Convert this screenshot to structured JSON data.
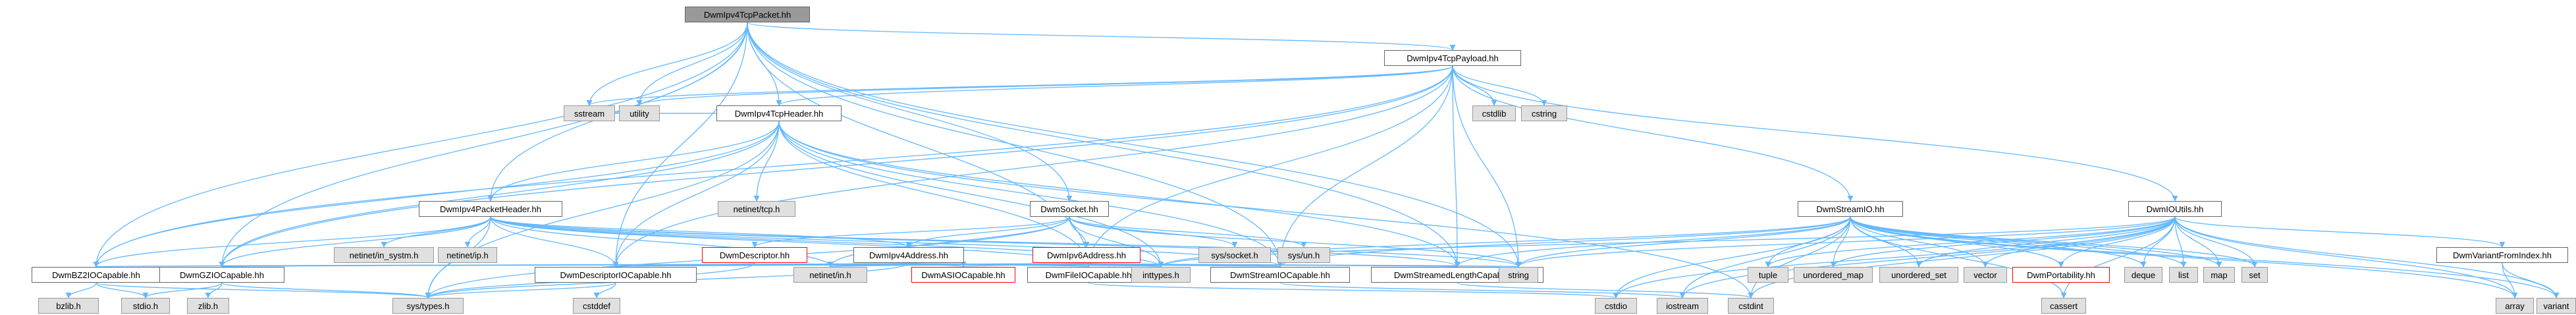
{
  "colors": {
    "edge": "#63b8ff",
    "node_border": "#666666",
    "external_fill": "#e0e0e0",
    "root_fill": "#999999",
    "incomplete_border": "#ff0000"
  },
  "nodes": [
    {
      "id": "root",
      "label": "DwmIpv4TcpPacket.hh",
      "kind": "root"
    },
    {
      "id": "payload",
      "label": "DwmIpv4TcpPayload.hh",
      "kind": "doc"
    },
    {
      "id": "tcphdr",
      "label": "DwmIpv4TcpHeader.hh",
      "kind": "doc"
    },
    {
      "id": "pkthdr",
      "label": "DwmIpv4PacketHeader.hh",
      "kind": "doc"
    },
    {
      "id": "socket",
      "label": "DwmSocket.hh",
      "kind": "doc"
    },
    {
      "id": "streamio",
      "label": "DwmStreamIO.hh",
      "kind": "doc"
    },
    {
      "id": "ioutils",
      "label": "DwmIOUtils.hh",
      "kind": "doc"
    },
    {
      "id": "descriptor",
      "label": "DwmDescriptor.hh",
      "kind": "missing"
    },
    {
      "id": "ipv4addr",
      "label": "DwmIpv4Address.hh",
      "kind": "doc"
    },
    {
      "id": "ipv6addr",
      "label": "DwmIpv6Address.hh",
      "kind": "missing"
    },
    {
      "id": "bz2",
      "label": "DwmBZ2IOCapable.hh",
      "kind": "doc"
    },
    {
      "id": "gz",
      "label": "DwmGZIOCapable.hh",
      "kind": "doc"
    },
    {
      "id": "descio",
      "label": "DwmDescriptorIOCapable.hh",
      "kind": "doc"
    },
    {
      "id": "asio",
      "label": "DwmASIOCapable.hh",
      "kind": "missing"
    },
    {
      "id": "fileio",
      "label": "DwmFileIOCapable.hh",
      "kind": "doc"
    },
    {
      "id": "streamiocap",
      "label": "DwmStreamIOCapable.hh",
      "kind": "doc"
    },
    {
      "id": "streamedlen",
      "label": "DwmStreamedLengthCapable.hh",
      "kind": "doc"
    },
    {
      "id": "portability",
      "label": "DwmPortability.hh",
      "kind": "missing"
    },
    {
      "id": "variant_from",
      "label": "DwmVariantFromIndex.hh",
      "kind": "doc"
    },
    {
      "id": "sstream",
      "label": "sstream",
      "kind": "ext"
    },
    {
      "id": "utility",
      "label": "utility",
      "kind": "ext"
    },
    {
      "id": "cstdlib",
      "label": "cstdlib",
      "kind": "ext"
    },
    {
      "id": "cstring",
      "label": "cstring",
      "kind": "ext"
    },
    {
      "id": "tcp",
      "label": "netinet/tcp.h",
      "kind": "ext"
    },
    {
      "id": "insystm",
      "label": "netinet/in_systm.h",
      "kind": "ext"
    },
    {
      "id": "iph",
      "label": "netinet/ip.h",
      "kind": "ext"
    },
    {
      "id": "sockh",
      "label": "sys/socket.h",
      "kind": "ext"
    },
    {
      "id": "unh",
      "label": "sys/un.h",
      "kind": "ext"
    },
    {
      "id": "string",
      "label": "string",
      "kind": "ext"
    },
    {
      "id": "inh",
      "label": "netinet/in.h",
      "kind": "ext"
    },
    {
      "id": "inttypes",
      "label": "inttypes.h",
      "kind": "ext"
    },
    {
      "id": "tuple",
      "label": "tuple",
      "kind": "ext"
    },
    {
      "id": "umap",
      "label": "unordered_map",
      "kind": "ext"
    },
    {
      "id": "uset",
      "label": "unordered_set",
      "kind": "ext"
    },
    {
      "id": "vector",
      "label": "vector",
      "kind": "ext"
    },
    {
      "id": "deque",
      "label": "deque",
      "kind": "ext"
    },
    {
      "id": "list",
      "label": "list",
      "kind": "ext"
    },
    {
      "id": "map",
      "label": "map",
      "kind": "ext"
    },
    {
      "id": "set",
      "label": "set",
      "kind": "ext"
    },
    {
      "id": "bzlib",
      "label": "bzlib.h",
      "kind": "ext"
    },
    {
      "id": "stdio",
      "label": "stdio.h",
      "kind": "ext"
    },
    {
      "id": "zlib",
      "label": "zlib.h",
      "kind": "ext"
    },
    {
      "id": "systypes",
      "label": "sys/types.h",
      "kind": "ext"
    },
    {
      "id": "cstddef",
      "label": "cstddef",
      "kind": "ext"
    },
    {
      "id": "cstdio",
      "label": "cstdio",
      "kind": "ext"
    },
    {
      "id": "iostream",
      "label": "iostream",
      "kind": "ext"
    },
    {
      "id": "cstdint",
      "label": "cstdint",
      "kind": "ext"
    },
    {
      "id": "cassert",
      "label": "cassert",
      "kind": "ext"
    },
    {
      "id": "array",
      "label": "array",
      "kind": "ext"
    },
    {
      "id": "variant",
      "label": "variant",
      "kind": "ext"
    }
  ],
  "edges": [
    [
      "root",
      "payload"
    ],
    [
      "root",
      "tcphdr"
    ],
    [
      "root",
      "pkthdr"
    ],
    [
      "root",
      "socket"
    ],
    [
      "root",
      "sstream"
    ],
    [
      "root",
      "utility"
    ],
    [
      "root",
      "bz2"
    ],
    [
      "root",
      "gz"
    ],
    [
      "root",
      "descio"
    ],
    [
      "root",
      "streamedlen"
    ],
    [
      "root",
      "string"
    ],
    [
      "root",
      "fileio"
    ],
    [
      "root",
      "streamiocap"
    ],
    [
      "payload",
      "sstream"
    ],
    [
      "payload",
      "utility"
    ],
    [
      "payload",
      "cstdlib"
    ],
    [
      "payload",
      "cstring"
    ],
    [
      "payload",
      "tcphdr"
    ],
    [
      "payload",
      "streamio"
    ],
    [
      "payload",
      "ioutils"
    ],
    [
      "payload",
      "bz2"
    ],
    [
      "payload",
      "gz"
    ],
    [
      "payload",
      "descio"
    ],
    [
      "payload",
      "fileio"
    ],
    [
      "payload",
      "streamiocap"
    ],
    [
      "payload",
      "streamedlen"
    ],
    [
      "payload",
      "string"
    ],
    [
      "tcphdr",
      "tcp"
    ],
    [
      "tcphdr",
      "sstream"
    ],
    [
      "tcphdr",
      "utility"
    ],
    [
      "tcphdr",
      "pkthdr"
    ],
    [
      "tcphdr",
      "bz2"
    ],
    [
      "tcphdr",
      "gz"
    ],
    [
      "tcphdr",
      "descio"
    ],
    [
      "tcphdr",
      "fileio"
    ],
    [
      "tcphdr",
      "streamiocap"
    ],
    [
      "tcphdr",
      "streamedlen"
    ],
    [
      "tcphdr",
      "inttypes"
    ],
    [
      "tcphdr",
      "systypes"
    ],
    [
      "tcphdr",
      "cstdint"
    ],
    [
      "pkthdr",
      "insystm"
    ],
    [
      "pkthdr",
      "iph"
    ],
    [
      "pkthdr",
      "bz2"
    ],
    [
      "pkthdr",
      "gz"
    ],
    [
      "pkthdr",
      "descio"
    ],
    [
      "pkthdr",
      "ipv4addr"
    ],
    [
      "pkthdr",
      "fileio"
    ],
    [
      "pkthdr",
      "streamiocap"
    ],
    [
      "pkthdr",
      "streamedlen"
    ],
    [
      "pkthdr",
      "inh"
    ],
    [
      "pkthdr",
      "systypes"
    ],
    [
      "pkthdr",
      "string"
    ],
    [
      "pkthdr",
      "inttypes"
    ],
    [
      "socket",
      "sockh"
    ],
    [
      "socket",
      "unh"
    ],
    [
      "socket",
      "string"
    ],
    [
      "socket",
      "descriptor"
    ],
    [
      "socket",
      "ipv4addr"
    ],
    [
      "socket",
      "ipv6addr"
    ],
    [
      "socket",
      "systypes"
    ],
    [
      "socket",
      "inh"
    ],
    [
      "socket",
      "inttypes"
    ],
    [
      "descriptor",
      "descio"
    ],
    [
      "descriptor",
      "systypes"
    ],
    [
      "ipv4addr",
      "inh"
    ],
    [
      "ipv4addr",
      "inttypes"
    ],
    [
      "ipv4addr",
      "string"
    ],
    [
      "ipv4addr",
      "bz2"
    ],
    [
      "ipv4addr",
      "gz"
    ],
    [
      "ipv4addr",
      "descio"
    ],
    [
      "ipv4addr",
      "asio"
    ],
    [
      "ipv4addr",
      "fileio"
    ],
    [
      "ipv4addr",
      "streamiocap"
    ],
    [
      "ipv4addr",
      "streamedlen"
    ],
    [
      "ipv4addr",
      "systypes"
    ],
    [
      "ipv6addr",
      "inh"
    ],
    [
      "ipv6addr",
      "inttypes"
    ],
    [
      "ipv6addr",
      "string"
    ],
    [
      "ipv6addr",
      "descio"
    ],
    [
      "ipv6addr",
      "asio"
    ],
    [
      "ipv6addr",
      "fileio"
    ],
    [
      "ipv6addr",
      "streamiocap"
    ],
    [
      "ipv6addr",
      "streamedlen"
    ],
    [
      "ipv6addr",
      "bz2"
    ],
    [
      "ipv6addr",
      "gz"
    ],
    [
      "streamio",
      "tuple"
    ],
    [
      "streamio",
      "umap"
    ],
    [
      "streamio",
      "uset"
    ],
    [
      "streamio",
      "vector"
    ],
    [
      "streamio",
      "portability"
    ],
    [
      "streamio",
      "deque"
    ],
    [
      "streamio",
      "list"
    ],
    [
      "streamio",
      "map"
    ],
    [
      "streamio",
      "set"
    ],
    [
      "streamio",
      "string"
    ],
    [
      "streamio",
      "cstdio"
    ],
    [
      "streamio",
      "iostream"
    ],
    [
      "streamio",
      "cstdint"
    ],
    [
      "streamio",
      "cassert"
    ],
    [
      "streamio",
      "array"
    ],
    [
      "streamio",
      "variant"
    ],
    [
      "streamio",
      "streamiocap"
    ],
    [
      "streamio",
      "streamedlen"
    ],
    [
      "streamio",
      "inttypes"
    ],
    [
      "ioutils",
      "tuple"
    ],
    [
      "ioutils",
      "umap"
    ],
    [
      "ioutils",
      "uset"
    ],
    [
      "ioutils",
      "vector"
    ],
    [
      "ioutils",
      "portability"
    ],
    [
      "ioutils",
      "deque"
    ],
    [
      "ioutils",
      "list"
    ],
    [
      "ioutils",
      "map"
    ],
    [
      "ioutils",
      "set"
    ],
    [
      "ioutils",
      "string"
    ],
    [
      "ioutils",
      "cstdio"
    ],
    [
      "ioutils",
      "iostream"
    ],
    [
      "ioutils",
      "cstdint"
    ],
    [
      "ioutils",
      "cassert"
    ],
    [
      "ioutils",
      "array"
    ],
    [
      "ioutils",
      "variant"
    ],
    [
      "ioutils",
      "variant_from"
    ],
    [
      "ioutils",
      "inttypes"
    ],
    [
      "variant_from",
      "array"
    ],
    [
      "variant_from",
      "variant"
    ],
    [
      "bz2",
      "bzlib"
    ],
    [
      "bz2",
      "stdio"
    ],
    [
      "bz2",
      "systypes"
    ],
    [
      "gz",
      "stdio"
    ],
    [
      "gz",
      "zlib"
    ],
    [
      "gz",
      "systypes"
    ],
    [
      "descio",
      "cstddef"
    ],
    [
      "descio",
      "systypes"
    ],
    [
      "fileio",
      "cstdio"
    ],
    [
      "streamiocap",
      "iostream"
    ],
    [
      "streamedlen",
      "cstdint"
    ]
  ]
}
